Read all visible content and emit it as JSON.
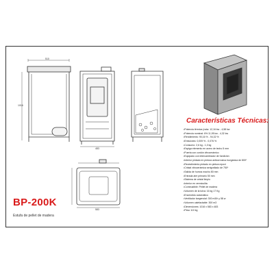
{
  "document": {
    "model_title": "BP-200K",
    "subtitle": "Estufa de pellet de madera",
    "specs_heading": "Características Técnicas:",
    "specs": [
      "Potencia térmica (nota: 12,16 kw - 4,58 kw",
      "Potencia nominal: 6% 11,95 kw - 4,32 kw",
      "Rendimiento: 90,16 % - 94,32 %",
      "Emisiones: 0,009 % - 0,076 %",
      "Consumo: 2,6 kg - 1,0 kg",
      "Espiga elemento en acero de techo 5 mm",
      "Puerta con cordón vitrocerámico",
      "Equipado con intercambiador de fundición",
      "Interior pintado en pintura anticorrosiva inorgánica de 800º",
      "Revestimiento pintado en pintura epoxi",
      "Cristal vitrocerámica serigrafiado de 750º",
      "Salida de humos macho 80 mm",
      "Entrada aire primario 50 mm",
      "Sistema de cristal limpio",
      "Interior en vermiculita",
      "Combustible: Pellet de madera",
      "Volumen de la tolva: 16 kg 17 Kg",
      "Encendido automático",
      "Ventilador tangencial: 300 m3/h y 58 w",
      "Volumen calefactable: 300 m3",
      "Dimensiones: 1016 x 583 x 483",
      "Peso 110 kg"
    ],
    "dims": {
      "side_width": "510",
      "front_width": "483",
      "side_height": "1016",
      "front_depth": "583"
    }
  }
}
